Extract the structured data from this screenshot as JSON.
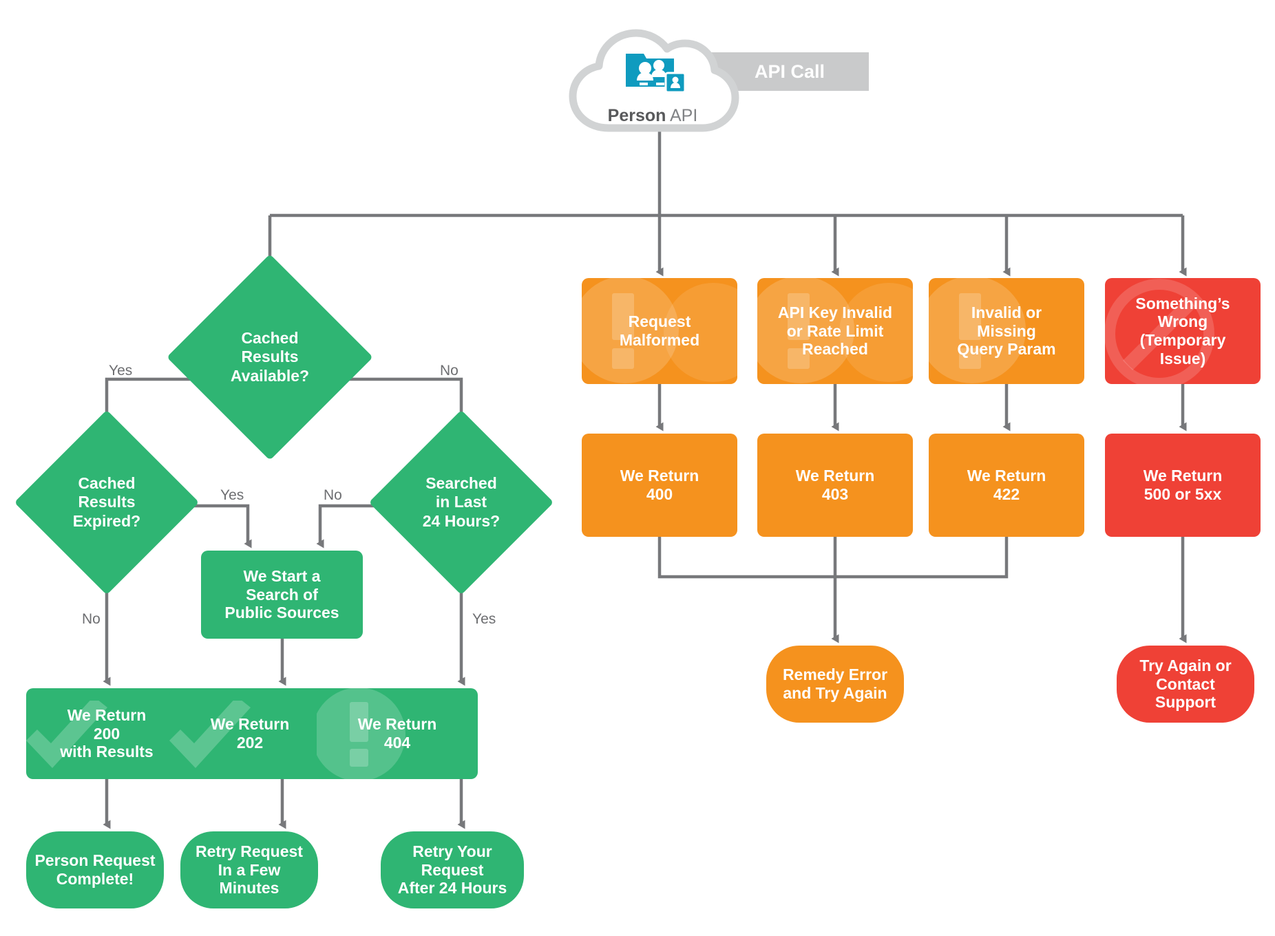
{
  "header": {
    "cloud_label_bold": "Person",
    "cloud_label_rest": " API",
    "banner_label": "API Call",
    "cloud_icon": "people-folder-icon"
  },
  "colors": {
    "green": "#2FB573",
    "orange": "#F5921E",
    "red": "#EF4136",
    "connector": "#77787B",
    "banner_gray": "#C9CACB",
    "cloud_outline": "#D1D3D4",
    "cloud_icon_teal": "#0F9BBF"
  },
  "success_path": {
    "decisions": [
      {
        "id": "cached-available",
        "label": "Cached\nResults\nAvailable?"
      },
      {
        "id": "cached-expired",
        "label": "Cached\nResults\nExpired?"
      },
      {
        "id": "searched-24h",
        "label": "Searched\nin Last\n24 Hours?"
      }
    ],
    "process": {
      "id": "start-search",
      "label": "We Start a\nSearch of\nPublic Sources"
    },
    "returns": [
      {
        "id": "return-200",
        "label": "We Return\n200\nwith Results",
        "watermark": "check-icon"
      },
      {
        "id": "return-202",
        "label": "We Return\n202",
        "watermark": "check-icon"
      },
      {
        "id": "return-404",
        "label": "We Return\n404",
        "watermark": "exclamation-icon"
      }
    ],
    "outcomes": [
      {
        "id": "person-request-complete",
        "label": "Person Request\nComplete!"
      },
      {
        "id": "retry-few-minutes",
        "label": "Retry Request\nIn a Few\nMinutes"
      },
      {
        "id": "retry-after-24h",
        "label": "Retry Your\nRequest\nAfter 24 Hours"
      }
    ],
    "edge_labels": [
      {
        "id": "edge-available-yes",
        "text": "Yes"
      },
      {
        "id": "edge-available-no",
        "text": "No"
      },
      {
        "id": "edge-expired-yes",
        "text": "Yes"
      },
      {
        "id": "edge-expired-no",
        "text": "No"
      },
      {
        "id": "edge-searched-no",
        "text": "No"
      },
      {
        "id": "edge-searched-yes",
        "text": "Yes"
      }
    ]
  },
  "error_path": {
    "errors": [
      {
        "id": "request-malformed",
        "label": "Request\nMalformed",
        "color": "orange",
        "watermark": "exclamation-icon"
      },
      {
        "id": "api-key-invalid",
        "label": "API Key Invalid\nor Rate Limit\nReached",
        "color": "orange",
        "watermark": "exclamation-icon"
      },
      {
        "id": "invalid-query-param",
        "label": "Invalid or\nMissing\nQuery Param",
        "color": "orange",
        "watermark": "exclamation-icon"
      },
      {
        "id": "somethings-wrong",
        "label": "Something’s\nWrong\n(Temporary\nIssue)",
        "color": "red",
        "watermark": "no-entry-icon"
      }
    ],
    "returns": [
      {
        "id": "return-400",
        "label": "We Return\n400",
        "color": "orange"
      },
      {
        "id": "return-403",
        "label": "We Return\n403",
        "color": "orange"
      },
      {
        "id": "return-422",
        "label": "We Return\n422",
        "color": "orange"
      },
      {
        "id": "return-500",
        "label": "We Return\n500 or 5xx",
        "color": "red"
      }
    ],
    "outcomes": [
      {
        "id": "remedy-error",
        "label": "Remedy Error\nand Try Again",
        "color": "orange"
      },
      {
        "id": "try-again-support",
        "label": "Try Again or\nContact\nSupport",
        "color": "red"
      }
    ]
  }
}
